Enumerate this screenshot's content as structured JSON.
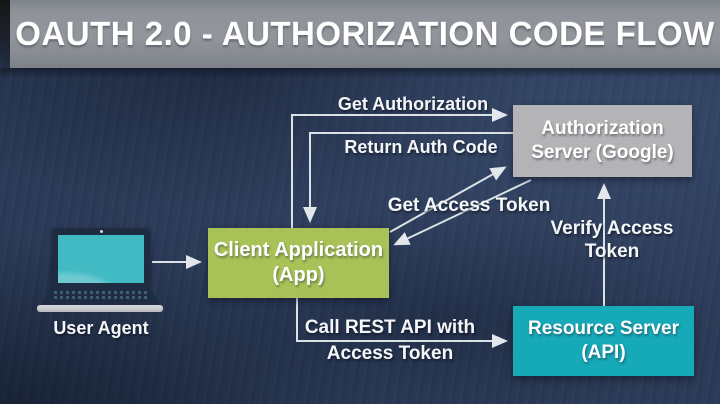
{
  "title": "OAUTH 2.0 - AUTHORIZATION CODE FLOW",
  "nodes": {
    "user_agent": {
      "label": "User Agent",
      "icon": "laptop-icon"
    },
    "client_app": {
      "line1": "Client Application",
      "line2": "(App)",
      "color": "#a9c257"
    },
    "auth_server": {
      "line1": "Authorization",
      "line2": "Server (Google)",
      "color": "#b4b4b6"
    },
    "resource_server": {
      "line1": "Resource Server",
      "line2": "(API)",
      "color": "#16a9b8"
    }
  },
  "edges": {
    "get_authorization": {
      "label": "Get Authorization",
      "from": "client_app",
      "to": "auth_server"
    },
    "return_auth_code": {
      "label": "Return Auth Code",
      "from": "auth_server",
      "to": "client_app"
    },
    "get_access_token": {
      "label": "Get Access Token",
      "from": "client_app",
      "to": "auth_server"
    },
    "call_rest_api": {
      "line1": "Call REST API with",
      "line2": "Access Token",
      "from": "client_app",
      "to": "resource_server"
    },
    "verify_access_token": {
      "line1": "Verify Access",
      "line2": "Token",
      "from": "resource_server",
      "to": "auth_server"
    },
    "user_to_client": {
      "label": "",
      "from": "user_agent",
      "to": "client_app"
    }
  },
  "colors": {
    "background_navy": "#2b3b58",
    "title_bar_gray": "#8b9096",
    "arrow_light": "#dce1e7",
    "client_app_green": "#a9c257",
    "auth_server_gray": "#b4b4b6",
    "resource_server_teal": "#16a9b8",
    "laptop_screen_teal": "#41bac3"
  }
}
